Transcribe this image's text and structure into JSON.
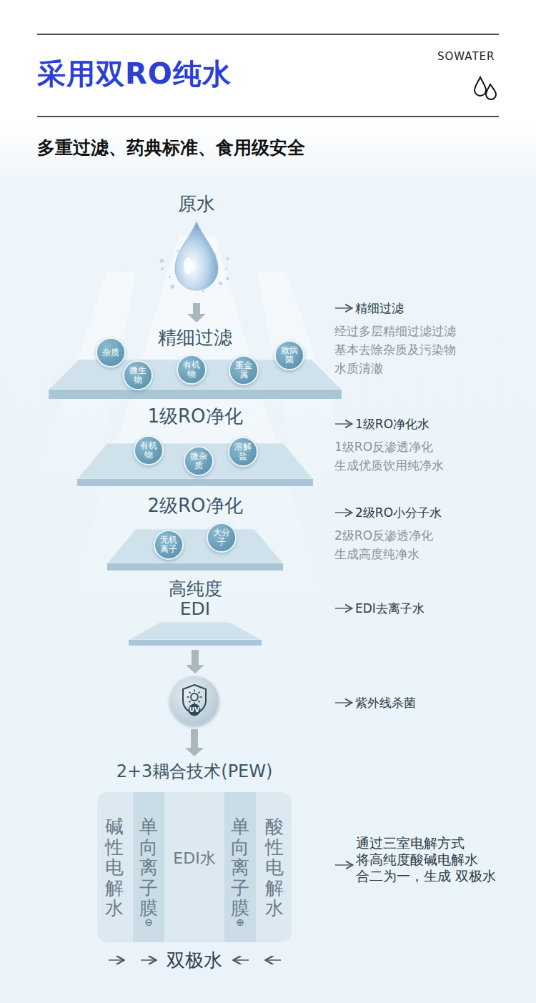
{
  "diagram": {
    "title": "采用双RO纯水",
    "nodes": [
      {
        "text": [
          "原水"
        ]
      },
      {
        "text": [
          "精细过滤"
        ]
      },
      {
        "text": [
          "杂质"
        ],
        "in": 1
      },
      {
        "text": [
          "微生物"
        ],
        "in": 1
      },
      {
        "text": [
          "有机物"
        ],
        "in": 1
      },
      {
        "text": [
          "重金属"
        ],
        "in": 1
      },
      {
        "text": [
          "致病菌"
        ],
        "in": 1
      },
      {
        "text": [
          "1级RO净化"
        ]
      },
      {
        "text": [
          "有机物"
        ],
        "in": 7
      },
      {
        "text": [
          "微杂质"
        ],
        "in": 7
      },
      {
        "text": [
          "溶解盐"
        ],
        "in": 7
      },
      {
        "text": [
          "2级RO净化"
        ]
      },
      {
        "text": [
          "无机离子"
        ],
        "in": 11
      },
      {
        "text": [
          "大分子"
        ],
        "in": 11
      },
      {
        "text": [
          "高纯度 EDI"
        ]
      },
      {
        "text": [
          "UV"
        ]
      },
      {
        "text": [
          "2+3耦合技术(PEW)",
          "碱性电解水",
          "EDI水",
          "酸性电解水"
        ]
      },
      {
        "text": [
          "单向离子膜",
          "⊖"
        ],
        "in": 16
      },
      {
        "text": [
          "单向离子膜",
          "⊕"
        ],
        "in": 16
      }
    ],
    "edges": [
      {
        "from": 0,
        "to": 1,
        "arrow": "to"
      },
      {
        "from": 14,
        "to": 15,
        "arrow": "to"
      },
      {
        "from": 15,
        "to": 16,
        "arrow": "to"
      }
    ],
    "labels": [
      "SOWATER",
      "多重过滤、药典标准、食用级安全",
      "精细过滤",
      "经过多层精细过滤过滤 基本去除杂质及污染物 水质清澈",
      "1级RO净化水",
      "1级RO反渗透净化 生成优质饮用纯净水",
      "2级RO小分子水",
      "2级RO反渗透净化 生成高度纯净水",
      "EDI去离子水",
      "紫外线杀菌",
      "通过三室电解方式 将高纯度酸碱电解水 合二为一，生成 双极水",
      "双极水"
    ]
  }
}
